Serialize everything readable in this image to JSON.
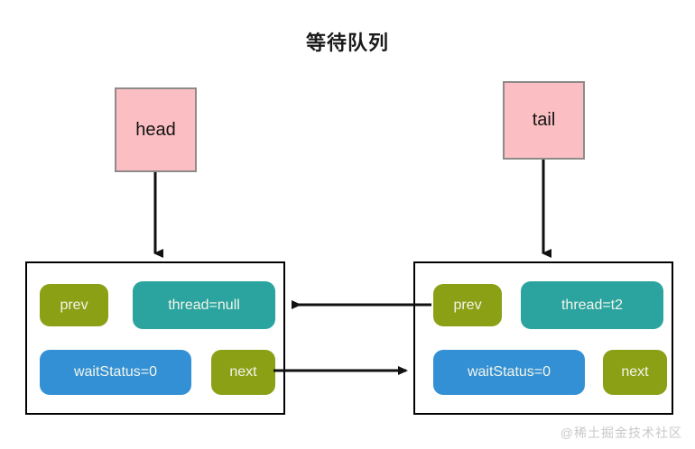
{
  "diagram": {
    "title": "等待队列",
    "background_color": "#ffffff",
    "watermark": "@稀土掘金技术社区"
  },
  "colors": {
    "pointer_fill": "#fbbec2",
    "pointer_border": "#8f8a8a",
    "node_border": "#000000",
    "olive": "#8ca016",
    "teal": "#2ba49f",
    "blue": "#3390d5",
    "arrow": "#111111",
    "field_text": "#f2f5ea"
  },
  "pointers": [
    {
      "id": "head",
      "label": "head"
    },
    {
      "id": "tail",
      "label": "tail"
    }
  ],
  "nodes": [
    {
      "id": "node-head",
      "fields": {
        "prev": "prev",
        "thread": "thread=null",
        "wait_status": "waitStatus=0",
        "next": "next"
      }
    },
    {
      "id": "node-t2",
      "fields": {
        "prev": "prev",
        "thread": "thread=t2",
        "wait_status": "waitStatus=0",
        "next": "next"
      }
    }
  ],
  "connectors": [
    {
      "id": "head-to-node",
      "from": "head",
      "to": "node-head",
      "direction": "down"
    },
    {
      "id": "tail-to-node",
      "from": "tail",
      "to": "node-t2",
      "direction": "down"
    },
    {
      "id": "t2-prev-to-head-node",
      "from": "node-t2.prev",
      "to": "node-head",
      "direction": "left"
    },
    {
      "id": "head-next-to-t2-node",
      "from": "node-head.next",
      "to": "node-t2",
      "direction": "right"
    }
  ]
}
